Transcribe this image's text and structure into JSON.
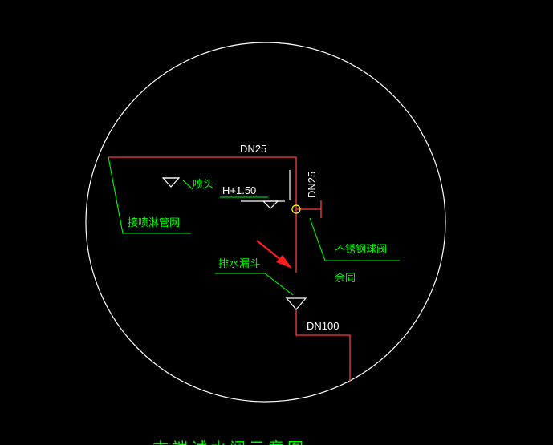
{
  "colors": {
    "background": "#000000",
    "circle": "#FFFFFF",
    "pipe": "#FF3B3B",
    "leader": "#00FF00",
    "annotation": "#00FF00",
    "dimension": "#FFFFFF",
    "arrow": "#FF1E1E",
    "marker": "#FFFF00"
  },
  "labels": {
    "pipe_size_top": "DN25",
    "pipe_size_vertical": "DN25",
    "pipe_size_drain": "DN100",
    "sprinkler_head": "喷头",
    "elevation": "H+1.50",
    "sprinkler_network": "接喷淋管网",
    "valve_line1": "不锈钢球阀",
    "valve_line2": "余同",
    "floor_drain": "排水漏斗",
    "caption_partial": "末端试水阀示意图"
  },
  "icons": {
    "sprinkler": "sprinkler-head-icon",
    "elevation": "elevation-marker-icon",
    "valve": "ball-valve-icon",
    "funnel": "drain-funnel-icon",
    "arrow": "pointer-arrow-icon"
  }
}
